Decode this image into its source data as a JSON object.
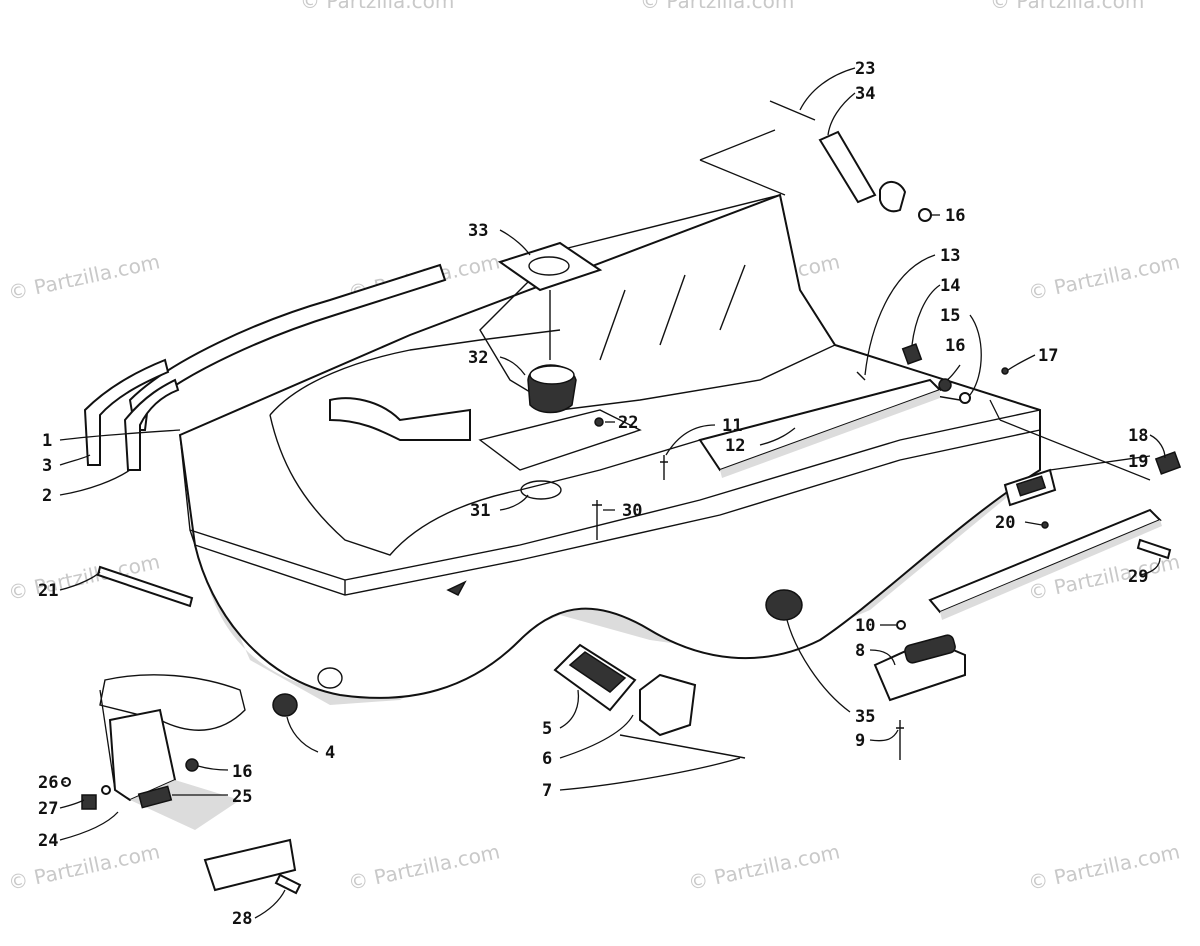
{
  "watermark": {
    "text": "© Partzilla.com"
  },
  "callouts": {
    "c1": "1",
    "c2": "2",
    "c3": "3",
    "c4": "4",
    "c5": "5",
    "c6": "6",
    "c7": "7",
    "c8": "8",
    "c9": "9",
    "c10": "10",
    "c11": "11",
    "c12": "12",
    "c13": "13",
    "c14": "14",
    "c15": "15",
    "c16a": "16",
    "c16b": "16",
    "c16c": "16",
    "c17": "17",
    "c18": "18",
    "c19": "19",
    "c20": "20",
    "c21": "21",
    "c22": "22",
    "c23": "23",
    "c24": "24",
    "c25": "25",
    "c26": "26",
    "c27": "27",
    "c28": "28",
    "c29": "29",
    "c30": "30",
    "c31": "31",
    "c32": "32",
    "c33": "33",
    "c34": "34",
    "c35": "35"
  },
  "colors": {
    "line": "#111111",
    "watermark": "#c9c9c9",
    "shading": "#dcdcdc",
    "background": "#ffffff"
  }
}
